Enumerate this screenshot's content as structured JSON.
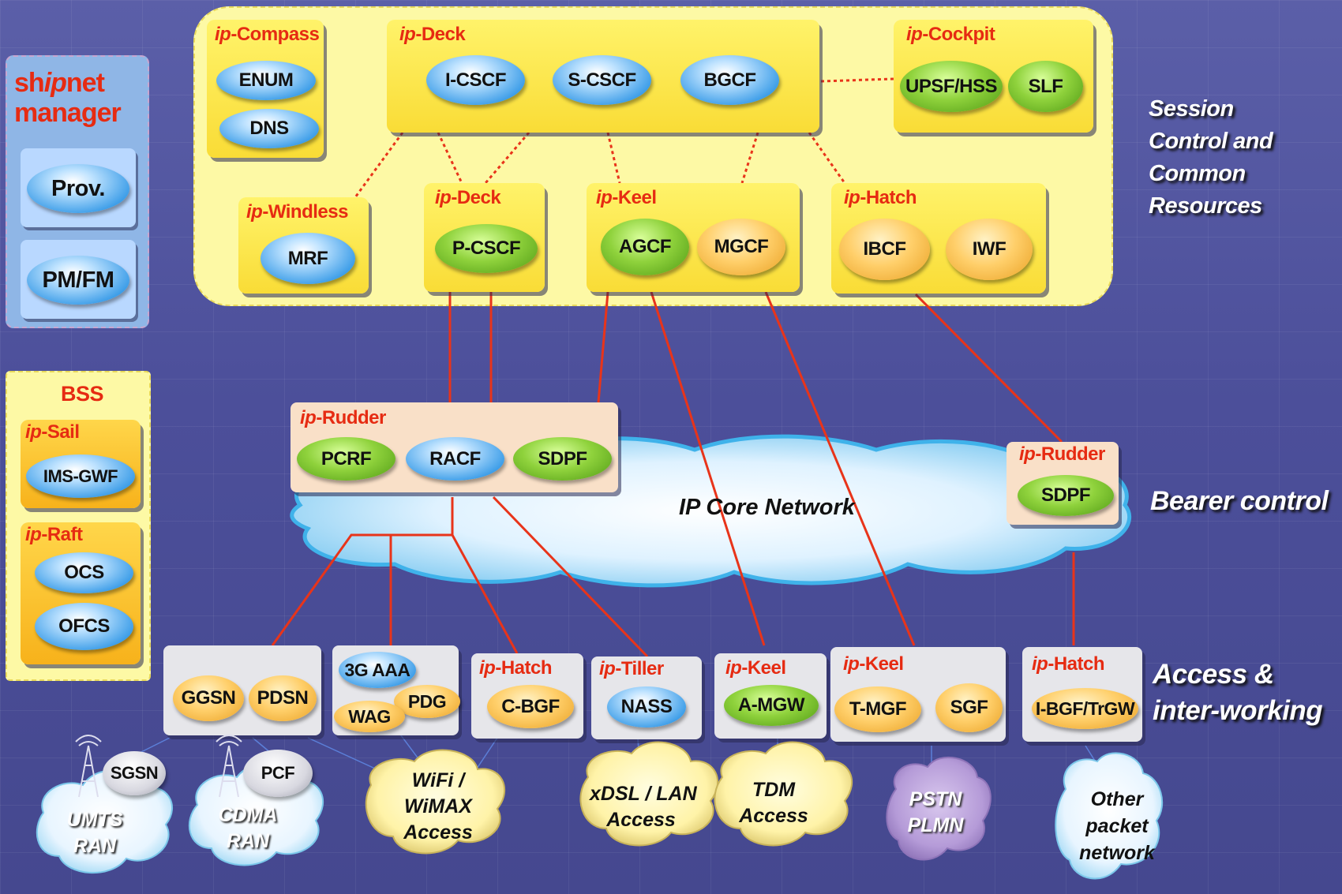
{
  "manager": {
    "title_pre": "sh",
    "title_ip": "ip",
    "title_post": "net",
    "title_line2": "manager",
    "btn1": "Prov.",
    "btn2": "PM/FM"
  },
  "top": {
    "compass": {
      "ip": "ip",
      "name": "-Compass",
      "items": [
        "ENUM",
        "DNS"
      ]
    },
    "deck": {
      "ip": "ip",
      "name": "-Deck",
      "items": [
        "I-CSCF",
        "S-CSCF",
        "BGCF"
      ]
    },
    "cockpit": {
      "ip": "ip",
      "name": "-Cockpit",
      "items": [
        "UPSF/HSS",
        "SLF"
      ]
    },
    "windless": {
      "ip": "ip",
      "name": "-Windless",
      "items": [
        "MRF"
      ]
    },
    "deck2": {
      "ip": "ip",
      "name": "-Deck",
      "items": [
        "P-CSCF"
      ]
    },
    "keel": {
      "ip": "ip",
      "name": "-Keel",
      "items": [
        "AGCF",
        "MGCF"
      ]
    },
    "hatch": {
      "ip": "ip",
      "name": "-Hatch",
      "items": [
        "IBCF",
        "IWF"
      ]
    }
  },
  "bss": {
    "title": "BSS",
    "sail": {
      "ip": "ip",
      "name": "-Sail",
      "items": [
        "IMS-GWF"
      ]
    },
    "raft": {
      "ip": "ip",
      "name": "-Raft",
      "items": [
        "OCS",
        "OFCS"
      ]
    }
  },
  "middle": {
    "rudder": {
      "ip": "ip",
      "name": "-Rudder",
      "items": [
        "PCRF",
        "RACF",
        "SDPF"
      ]
    },
    "rudder2": {
      "ip": "ip",
      "name": "-Rudder",
      "items": [
        "SDPF"
      ]
    },
    "core": "IP Core Network"
  },
  "access": {
    "gg": {
      "items": [
        "GGSN",
        "PDSN"
      ]
    },
    "aaa": {
      "items": [
        "3G AAA",
        "PDG",
        "WAG"
      ]
    },
    "hatch": {
      "ip": "ip",
      "name": "-Hatch",
      "items": [
        "C-BGF"
      ]
    },
    "tiller": {
      "ip": "ip",
      "name": "-Tiller",
      "items": [
        "NASS"
      ]
    },
    "keel": {
      "ip": "ip",
      "name": "-Keel",
      "items": [
        "A-MGW"
      ]
    },
    "keel2": {
      "ip": "ip",
      "name": "-Keel",
      "items": [
        "T-MGF",
        "SGF"
      ]
    },
    "hatch2": {
      "ip": "ip",
      "name": "-Hatch",
      "items": [
        "I-BGF/TrGW"
      ]
    }
  },
  "bottom": {
    "sgsn": "SGSN",
    "pcf": "PCF",
    "umts": [
      "UMTS",
      "RAN"
    ],
    "cdma": [
      "CDMA",
      "RAN"
    ],
    "wifi": [
      "WiFi /",
      "WiMAX",
      "Access"
    ],
    "xdsl": [
      "xDSL / LAN",
      "Access"
    ],
    "tdm": [
      "TDM",
      "Access"
    ],
    "pstn": [
      "PSTN",
      "PLMN"
    ],
    "other": [
      "Other",
      "packet",
      "network"
    ]
  },
  "side_labels": {
    "session": [
      "Session",
      "Control and",
      "Common",
      "Resources"
    ],
    "bearer": "Bearer control",
    "access": [
      "Access &",
      "inter-working"
    ]
  },
  "colors": {
    "title_red": "#e62b12",
    "line_red": "#e8341a",
    "bg": "#4c4f9a"
  }
}
